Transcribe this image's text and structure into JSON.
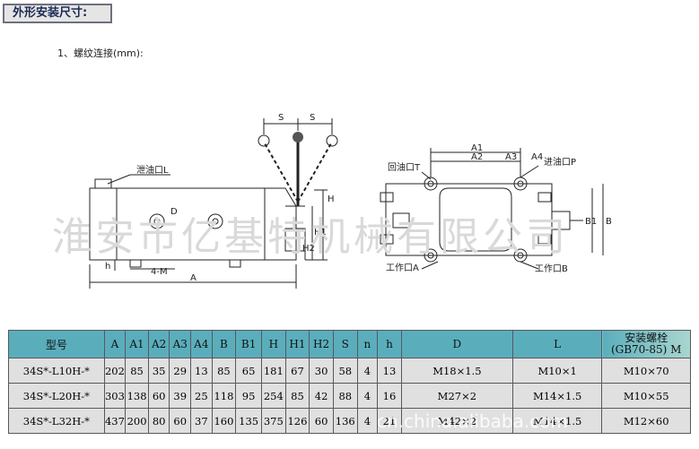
{
  "section_title": "外形安装尺寸:",
  "subtitle": "1、螺纹连接(mm):",
  "watermark": "淮安市亿基特机械有限公司",
  "watermark_url": "cn.china.alibaba.com",
  "drawing": {
    "left_labels": {
      "drain": "泄油口L",
      "s1": "S",
      "s2": "S",
      "d": "D",
      "h": "H",
      "h1": "H1",
      "h2": "H2",
      "hh": "h",
      "four_m": "4-M",
      "a": "A"
    },
    "right_labels": {
      "return": "回油口T",
      "inlet": "进油口P",
      "a1": "A1",
      "a2": "A2",
      "a3": "A3",
      "a4": "A4",
      "b1": "B1",
      "b": "B",
      "work_a": "工作口A",
      "work_b": "工作口B"
    }
  },
  "table": {
    "headers": [
      "型号",
      "A",
      "A1",
      "A2",
      "A3",
      "A4",
      "B",
      "B1",
      "H",
      "H1",
      "H2",
      "S",
      "n",
      "h",
      "D",
      "L"
    ],
    "last_header_line1": "安装螺栓",
    "last_header_line2": "(GB70-85) M",
    "rows": [
      [
        "34S*-L10H-*",
        "202",
        "85",
        "35",
        "29",
        "13",
        "85",
        "65",
        "181",
        "67",
        "30",
        "58",
        "4",
        "13",
        "M18×1.5",
        "M10×1",
        "M10×70"
      ],
      [
        "34S*-L20H-*",
        "303",
        "138",
        "60",
        "39",
        "25",
        "118",
        "95",
        "254",
        "85",
        "42",
        "88",
        "4",
        "16",
        "M27×2",
        "M14×1.5",
        "M10×55"
      ],
      [
        "34S*-L32H-*",
        "437",
        "200",
        "80",
        "60",
        "37",
        "160",
        "135",
        "375",
        "126",
        "60",
        "136",
        "4",
        "21",
        "M42×2",
        "M14×1.5",
        "M12×60"
      ]
    ]
  }
}
